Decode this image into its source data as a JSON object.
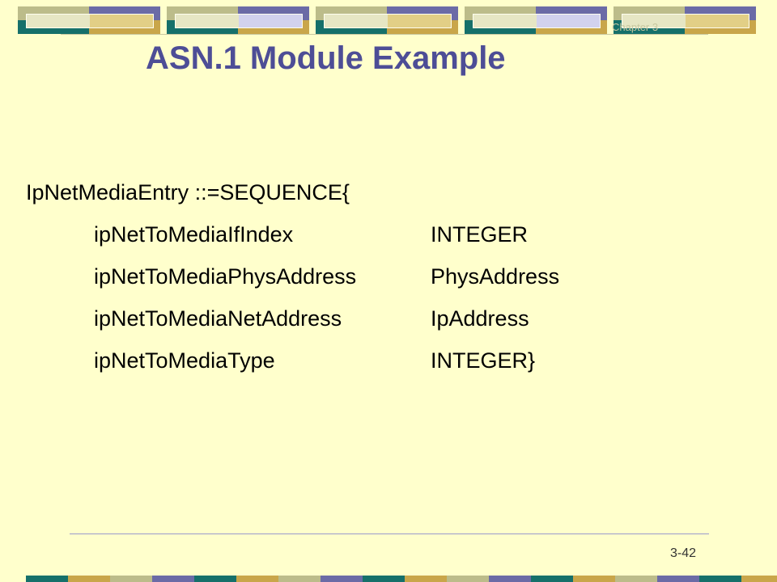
{
  "slide": {
    "chapter_label": "Chapter 3",
    "title": "ASN.1 Module Example",
    "page_number": "3-42"
  },
  "code": {
    "header": "IpNetMediaEntry ::=SEQUENCE{",
    "rows": [
      {
        "field": "ipNetToMediaIfIndex",
        "type": "INTEGER"
      },
      {
        "field": "ipNetToMediaPhysAddress",
        "type": "PhysAddress"
      },
      {
        "field": "ipNetToMediaNetAddress",
        "type": "IpAddress"
      },
      {
        "field": "ipNetToMediaType",
        "type": "INTEGER}"
      }
    ]
  },
  "colors": {
    "background": "#ffffcc",
    "title": "#4d4d96",
    "teal": "#16706a",
    "gold": "#c9a64a",
    "slate": "#6b6ba6",
    "sage": "#bcbc8a",
    "pale_gold": "#e2cf86",
    "pale_blue": "#d2d2ee"
  }
}
